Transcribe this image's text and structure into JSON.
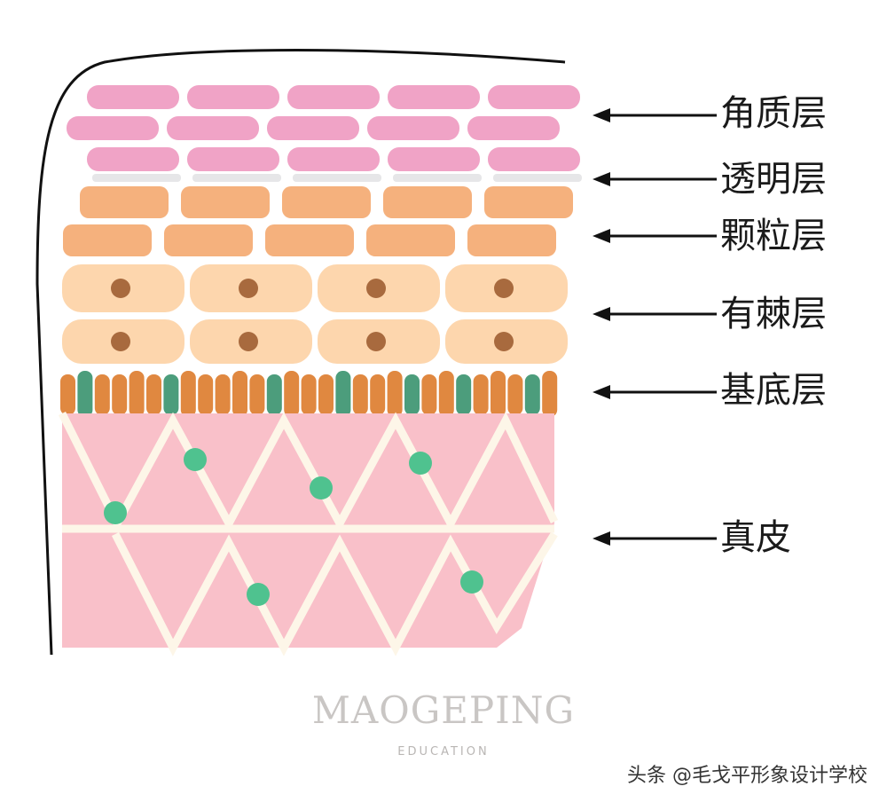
{
  "layers": [
    {
      "id": "stratum-corneum",
      "label": "角质层"
    },
    {
      "id": "stratum-lucidum",
      "label": "透明层"
    },
    {
      "id": "stratum-granulosum",
      "label": "颗粒层"
    },
    {
      "id": "stratum-spinosum",
      "label": "有棘层"
    },
    {
      "id": "stratum-basale",
      "label": "基底层"
    },
    {
      "id": "dermis",
      "label": "真皮"
    }
  ],
  "watermark": {
    "brand": "MAOGEPING",
    "sub": "EDUCATION"
  },
  "credit": "头条 @毛戈平形象设计学校",
  "colors": {
    "corneum": "#f0a3c6",
    "lucidum": "#e6e6e8",
    "granulosum": "#f5b17d",
    "spinosum": "#fdd6ad",
    "nucleus": "#a86a3e",
    "basale_orange": "#e08840",
    "basale_green": "#4c9d7c",
    "dermis": "#f9c0c9",
    "dermis_dot": "#4fc28f",
    "arrow": "#111111"
  }
}
